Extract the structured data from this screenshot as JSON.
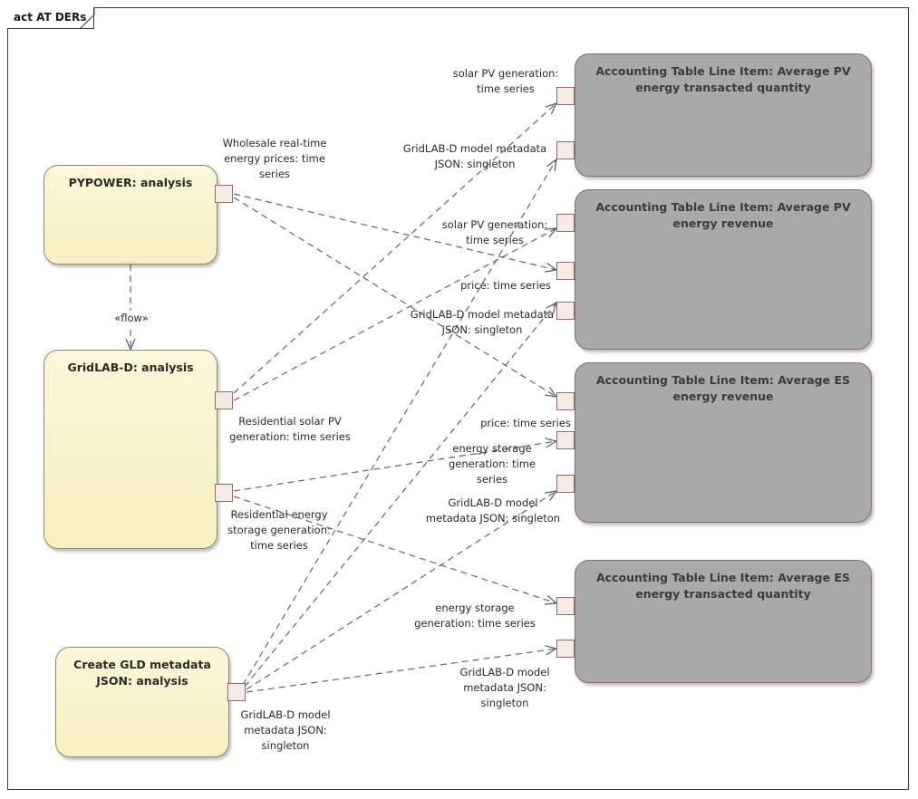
{
  "diagram": {
    "frame_title": "act AT DERs",
    "flow_label": "«flow»",
    "actions": {
      "pypower": "PYPOWER: analysis",
      "gridlabd": "GridLAB-D: analysis",
      "create_gld": "Create GLD metadata JSON: analysis"
    },
    "tables": {
      "pv_quantity": "Accounting Table Line Item: Average PV energy transacted quantity",
      "pv_revenue": "Accounting Table Line Item: Average PV energy revenue",
      "es_revenue": "Accounting Table Line Item: Average ES energy revenue",
      "es_quantity": "Accounting Table Line Item: Average ES energy transacted quantity"
    },
    "pin_labels": {
      "pypower_out": "Wholesale real-time\nenergy prices: time\nseries",
      "gld_solar_out": "Residential solar PV\ngeneration: time series",
      "gld_storage_out": "Residential energy\nstorage generation:\ntime series",
      "create_out": "GridLAB-D model\nmetadata JSON:\nsingleton",
      "pvq_solar_in": "solar PV generation:\ntime series",
      "pvq_meta_in": "GridLAB-D model metadata\nJSON: singleton",
      "pvr_solar_in": "solar PV generation:\ntime series",
      "pvr_price_in": "price: time series",
      "pvr_meta_in": "GridLAB-D model metadata\nJSON: singleton",
      "esr_price_in": "price: time series",
      "esr_storage_in": "energy storage\ngeneration: time\nseries",
      "esr_meta_in": "GridLAB-D model\nmetadata JSON: singleton",
      "esq_storage_in": "energy storage\ngeneration: time series",
      "esq_meta_in": "GridLAB-D model\nmetadata JSON:\nsingleton"
    }
  }
}
